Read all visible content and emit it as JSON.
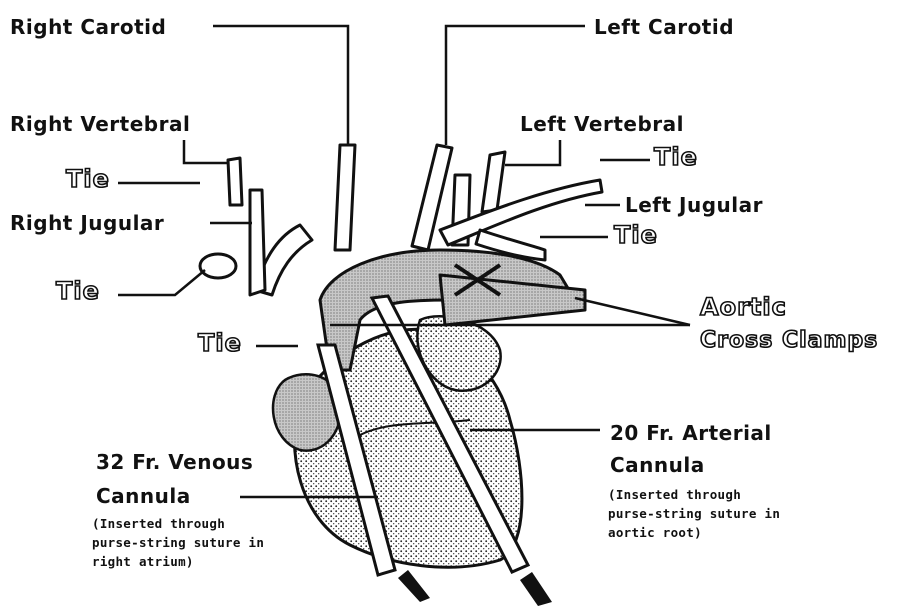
{
  "labels": {
    "right_carotid": "Right Carotid",
    "left_carotid": "Left Carotid",
    "right_vertebral": "Right Vertebral",
    "left_vertebral": "Left Vertebral",
    "right_jugular": "Right Jugular",
    "left_jugular": "Left Jugular",
    "tie": "Tie",
    "aortic_cross_clamps_1": "Aortic",
    "aortic_cross_clamps_2": "Cross Clamps",
    "venous_cannula_1": "32 Fr. Venous",
    "venous_cannula_2": "Cannula",
    "venous_note_1": "(Inserted through",
    "venous_note_2": "purse-string suture in",
    "venous_note_3": "right atrium)",
    "arterial_cannula_1": "20 Fr. Arterial",
    "arterial_cannula_2": "Cannula",
    "arterial_note_1": "(Inserted through",
    "arterial_note_2": "purse-string suture in",
    "arterial_note_3": "aortic root)"
  },
  "colors": {
    "ink": "#111111",
    "vessel_fill": "#ffffff",
    "shading": "#9a9a9a"
  }
}
